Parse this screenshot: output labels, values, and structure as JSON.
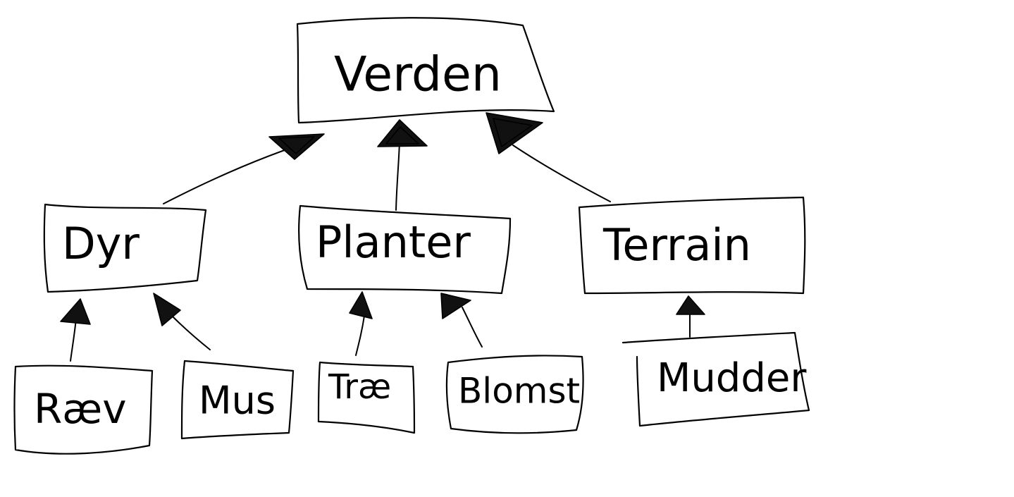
{
  "diagram": {
    "nodes": [
      {
        "id": "verden",
        "label": "Verden"
      },
      {
        "id": "dyr",
        "label": "Dyr"
      },
      {
        "id": "planter",
        "label": "Planter"
      },
      {
        "id": "terrain",
        "label": "Terrain"
      },
      {
        "id": "raev",
        "label": "Ræv"
      },
      {
        "id": "mus",
        "label": "Mus"
      },
      {
        "id": "trae",
        "label": "Træ"
      },
      {
        "id": "blomst",
        "label": "Blomst"
      },
      {
        "id": "mudder",
        "label": "Mudder"
      }
    ],
    "edges": [
      {
        "from": "dyr",
        "to": "verden"
      },
      {
        "from": "planter",
        "to": "verden"
      },
      {
        "from": "terrain",
        "to": "verden"
      },
      {
        "from": "raev",
        "to": "dyr"
      },
      {
        "from": "mus",
        "to": "dyr"
      },
      {
        "from": "trae",
        "to": "planter"
      },
      {
        "from": "blomst",
        "to": "planter"
      },
      {
        "from": "mudder",
        "to": "terrain"
      }
    ],
    "colors": {
      "ink": "#000000",
      "background": "#ffffff"
    }
  }
}
